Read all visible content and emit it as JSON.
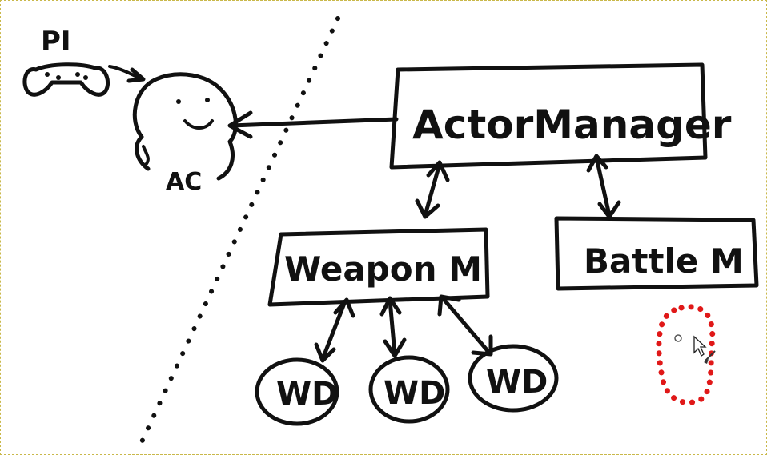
{
  "diagram": {
    "player_label": "PI",
    "actor_label": "AC",
    "actor_manager_label": "ActorManager",
    "weapon_manager_label": "Weapon M",
    "battle_manager_label": "Battle M",
    "weapon_data_labels": [
      "WD",
      "WD",
      "WD"
    ]
  }
}
